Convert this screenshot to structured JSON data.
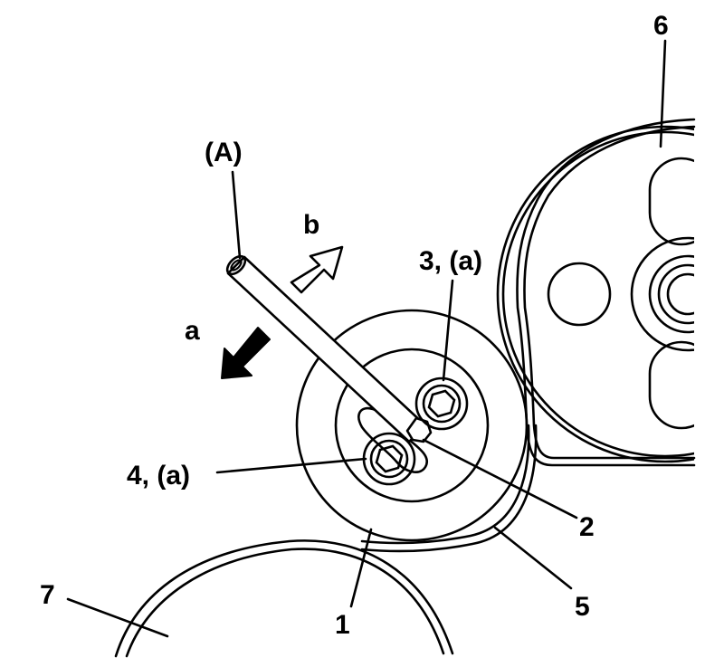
{
  "labels": {
    "tool": "(A)",
    "dir_a": "a",
    "dir_b": "b",
    "bolt_3": "3, (a)",
    "bolt_4": "4, (a)",
    "part_1": "1",
    "part_2": "2",
    "part_5": "5",
    "part_6": "6",
    "part_7": "7"
  }
}
